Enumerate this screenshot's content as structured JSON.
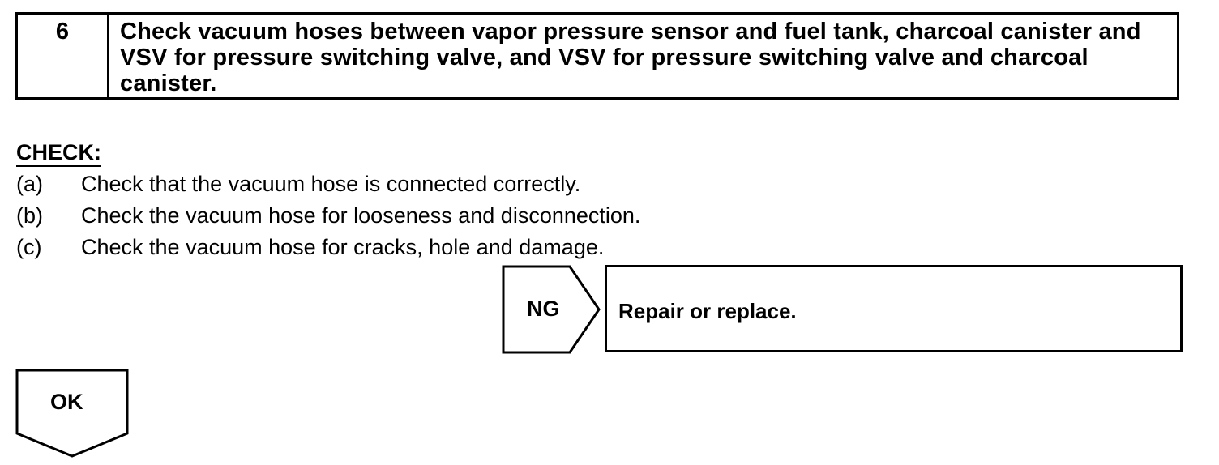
{
  "step": {
    "number": "6",
    "title": "Check vacuum hoses between vapor pressure sensor and fuel tank, charcoal canister and VSV for pressure switching valve, and VSV for pressure switching valve and charcoal canister."
  },
  "check": {
    "heading": "CHECK:",
    "items": [
      {
        "marker": "(a)",
        "text": "Check that the vacuum hose is connected correctly."
      },
      {
        "marker": "(b)",
        "text": "Check the vacuum hose for looseness and disconnection."
      },
      {
        "marker": "(c)",
        "text": "Check the vacuum hose for cracks, hole and damage."
      }
    ]
  },
  "ng": {
    "label": "NG",
    "result": "Repair or replace."
  },
  "ok": {
    "label": "OK"
  }
}
